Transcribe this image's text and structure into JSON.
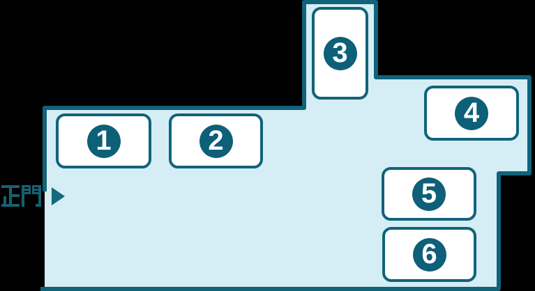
{
  "map": {
    "entrance_label": "正門",
    "buildings": [
      {
        "number": "1"
      },
      {
        "number": "2"
      },
      {
        "number": "3"
      },
      {
        "number": "4"
      },
      {
        "number": "5"
      },
      {
        "number": "6"
      }
    ],
    "colors": {
      "background": "#000000",
      "area_fill": "#d5edf4",
      "outline": "#11637a",
      "building_fill": "#ffffff",
      "number_circle": "#0e5f78",
      "number_text": "#ffffff",
      "entrance_text": "#18606f",
      "entrance_arrow": "#15687e"
    }
  }
}
